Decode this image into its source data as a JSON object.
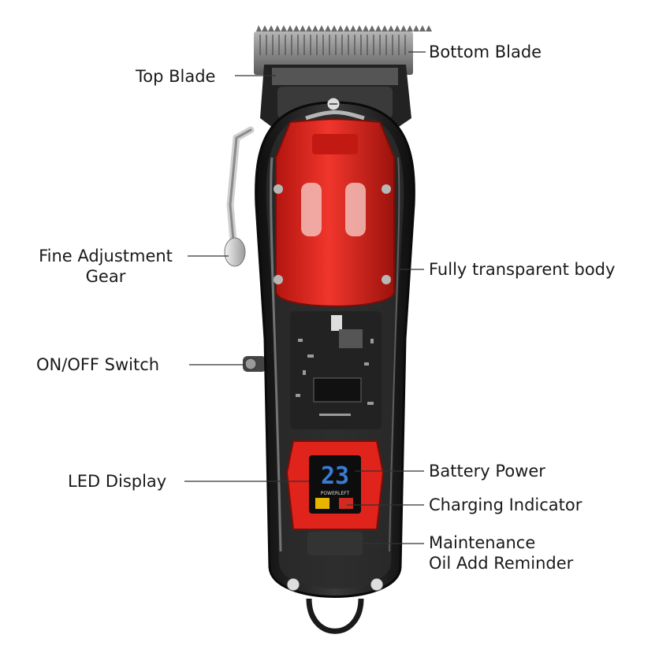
{
  "labels": {
    "top_blade": "Top Blade",
    "bottom_blade": "Bottom Blade",
    "fine_adjustment_gear_line1": "Fine Adjustment",
    "fine_adjustment_gear_line2": "Gear",
    "fully_transparent_body": "Fully transparent body",
    "on_off_switch": "ON/OFF Switch",
    "led_display": "LED Display",
    "battery_power": "Battery Power",
    "charging_indicator": "Charging Indicator",
    "maintenance_line1": "Maintenance",
    "maintenance_line2": "Oil Add Reminder"
  },
  "product": {
    "led_digits": "23",
    "led_caption": "POWERLEFT"
  },
  "colors": {
    "body_red": "#e0231b",
    "shell_dark": "#1c1c1c",
    "blade_silver": "#8a8a8a",
    "pcb_dark": "#2a2a2a",
    "led_blue": "#3a7bd5"
  }
}
